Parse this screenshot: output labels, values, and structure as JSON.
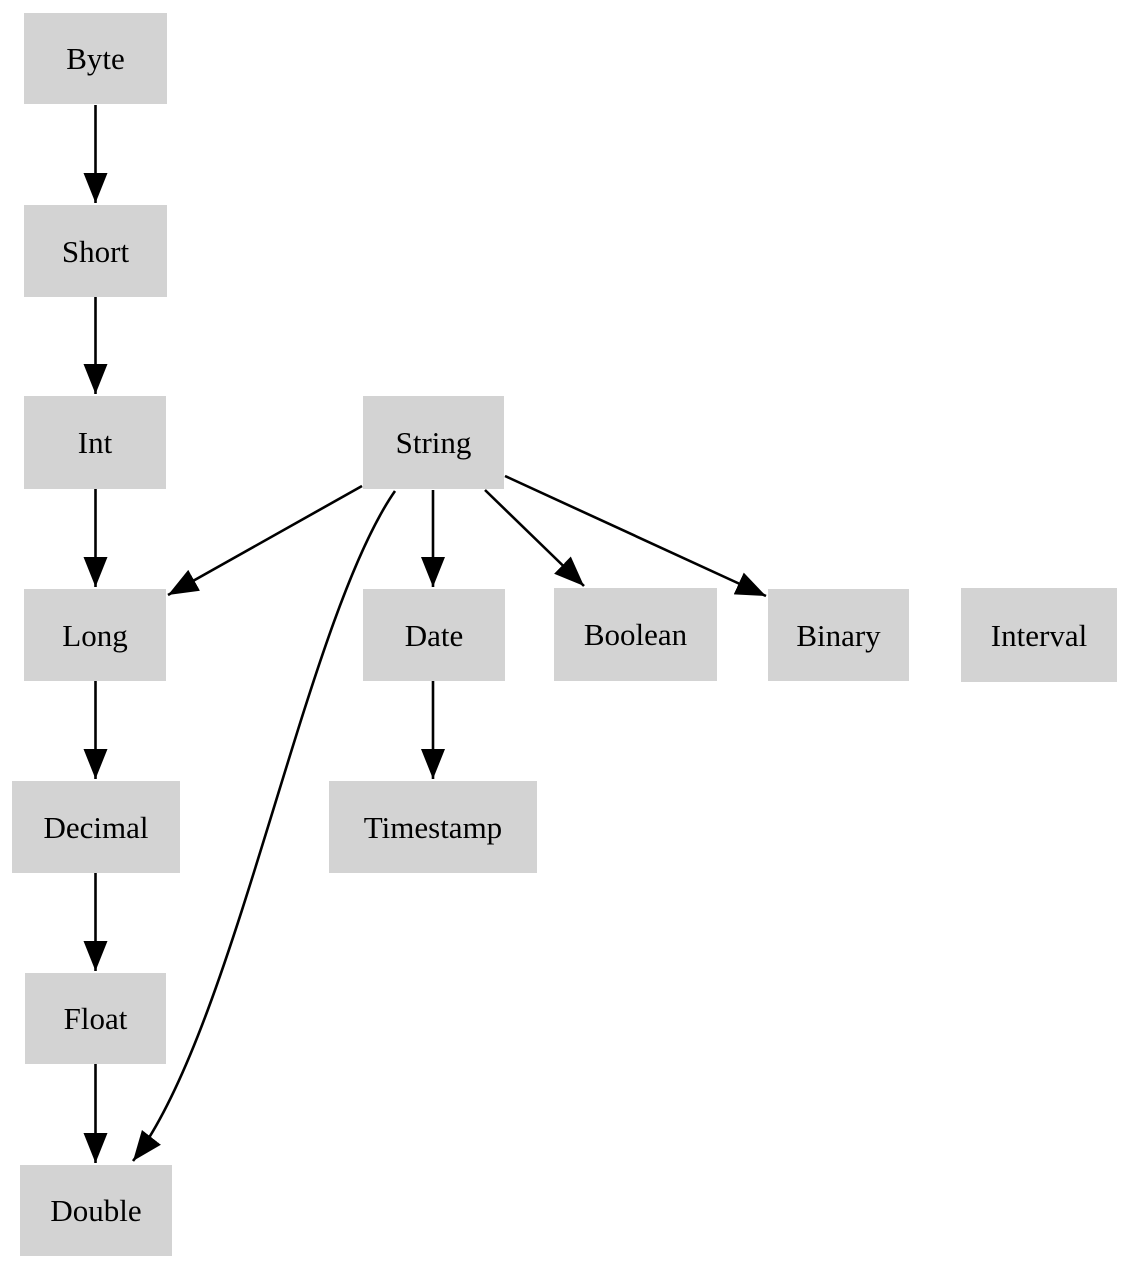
{
  "diagram": {
    "type": "directed-graph",
    "background_color": "#ffffff",
    "node_fill_color": "#d3d3d3",
    "node_text_color": "#000000",
    "edge_color": "#000000",
    "nodes": [
      {
        "id": "byte",
        "label": "Byte"
      },
      {
        "id": "short",
        "label": "Short"
      },
      {
        "id": "int",
        "label": "Int"
      },
      {
        "id": "string",
        "label": "String"
      },
      {
        "id": "long",
        "label": "Long"
      },
      {
        "id": "date",
        "label": "Date"
      },
      {
        "id": "boolean",
        "label": "Boolean"
      },
      {
        "id": "binary",
        "label": "Binary"
      },
      {
        "id": "interval",
        "label": "Interval"
      },
      {
        "id": "decimal",
        "label": "Decimal"
      },
      {
        "id": "timestamp",
        "label": "Timestamp"
      },
      {
        "id": "float",
        "label": "Float"
      },
      {
        "id": "double",
        "label": "Double"
      }
    ],
    "edges": [
      {
        "from": "Byte",
        "to": "Short"
      },
      {
        "from": "Short",
        "to": "Int"
      },
      {
        "from": "Int",
        "to": "Long"
      },
      {
        "from": "String",
        "to": "Long"
      },
      {
        "from": "String",
        "to": "Date"
      },
      {
        "from": "String",
        "to": "Boolean"
      },
      {
        "from": "String",
        "to": "Binary"
      },
      {
        "from": "String",
        "to": "Double"
      },
      {
        "from": "Long",
        "to": "Decimal"
      },
      {
        "from": "Date",
        "to": "Timestamp"
      },
      {
        "from": "Decimal",
        "to": "Float"
      },
      {
        "from": "Float",
        "to": "Double"
      }
    ]
  }
}
